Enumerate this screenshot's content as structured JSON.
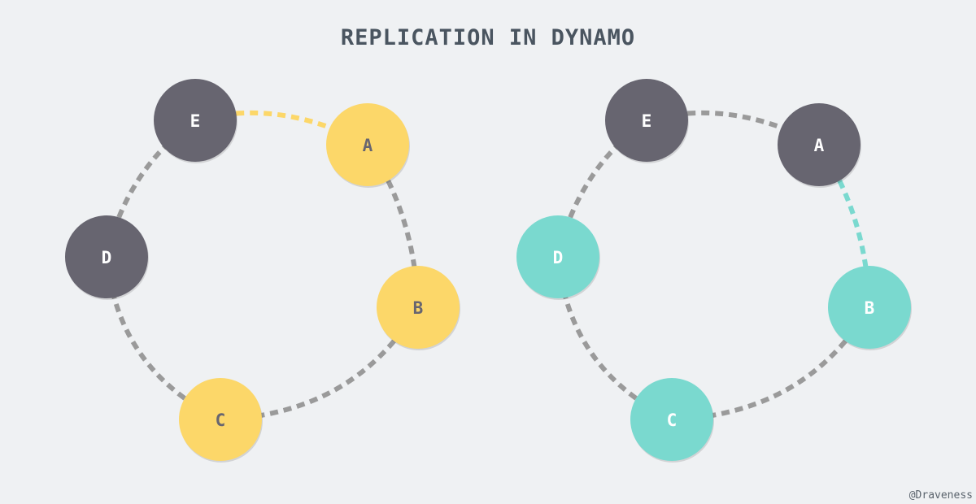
{
  "title": "REPLICATION IN DYNAMO",
  "credit": "@Draveness",
  "colors": {
    "background": "#eff1f3",
    "dark_node": "#676570",
    "yellow_node": "#fcd769",
    "teal_node": "#7ad9cf",
    "gray_link": "#9a9a9a",
    "yellow_link": "#fcd769",
    "teal_link": "#7ad9cf",
    "label_on_dark": "#ffffff",
    "label_on_yellow": "#676570",
    "label_on_teal": "#ffffff"
  },
  "rings": [
    {
      "id": "left",
      "nodes": [
        {
          "key": "e",
          "label": "E",
          "style": "dark"
        },
        {
          "key": "a",
          "label": "A",
          "style": "yellow"
        },
        {
          "key": "b",
          "label": "B",
          "style": "yellow"
        },
        {
          "key": "c",
          "label": "C",
          "style": "yellow"
        },
        {
          "key": "d",
          "label": "D",
          "style": "dark"
        }
      ],
      "links": [
        {
          "from": "e",
          "to": "a",
          "style": "yellow"
        },
        {
          "from": "a",
          "to": "b",
          "style": "gray"
        },
        {
          "from": "b",
          "to": "c",
          "style": "gray"
        },
        {
          "from": "c",
          "to": "d",
          "style": "gray"
        },
        {
          "from": "d",
          "to": "e",
          "style": "gray"
        }
      ]
    },
    {
      "id": "right",
      "nodes": [
        {
          "key": "e",
          "label": "E",
          "style": "dark"
        },
        {
          "key": "a",
          "label": "A",
          "style": "dark"
        },
        {
          "key": "b",
          "label": "B",
          "style": "teal"
        },
        {
          "key": "c",
          "label": "C",
          "style": "teal"
        },
        {
          "key": "d",
          "label": "D",
          "style": "teal"
        }
      ],
      "links": [
        {
          "from": "e",
          "to": "a",
          "style": "gray"
        },
        {
          "from": "a",
          "to": "b",
          "style": "teal"
        },
        {
          "from": "b",
          "to": "c",
          "style": "gray"
        },
        {
          "from": "c",
          "to": "d",
          "style": "gray"
        },
        {
          "from": "d",
          "to": "e",
          "style": "gray"
        }
      ]
    }
  ]
}
